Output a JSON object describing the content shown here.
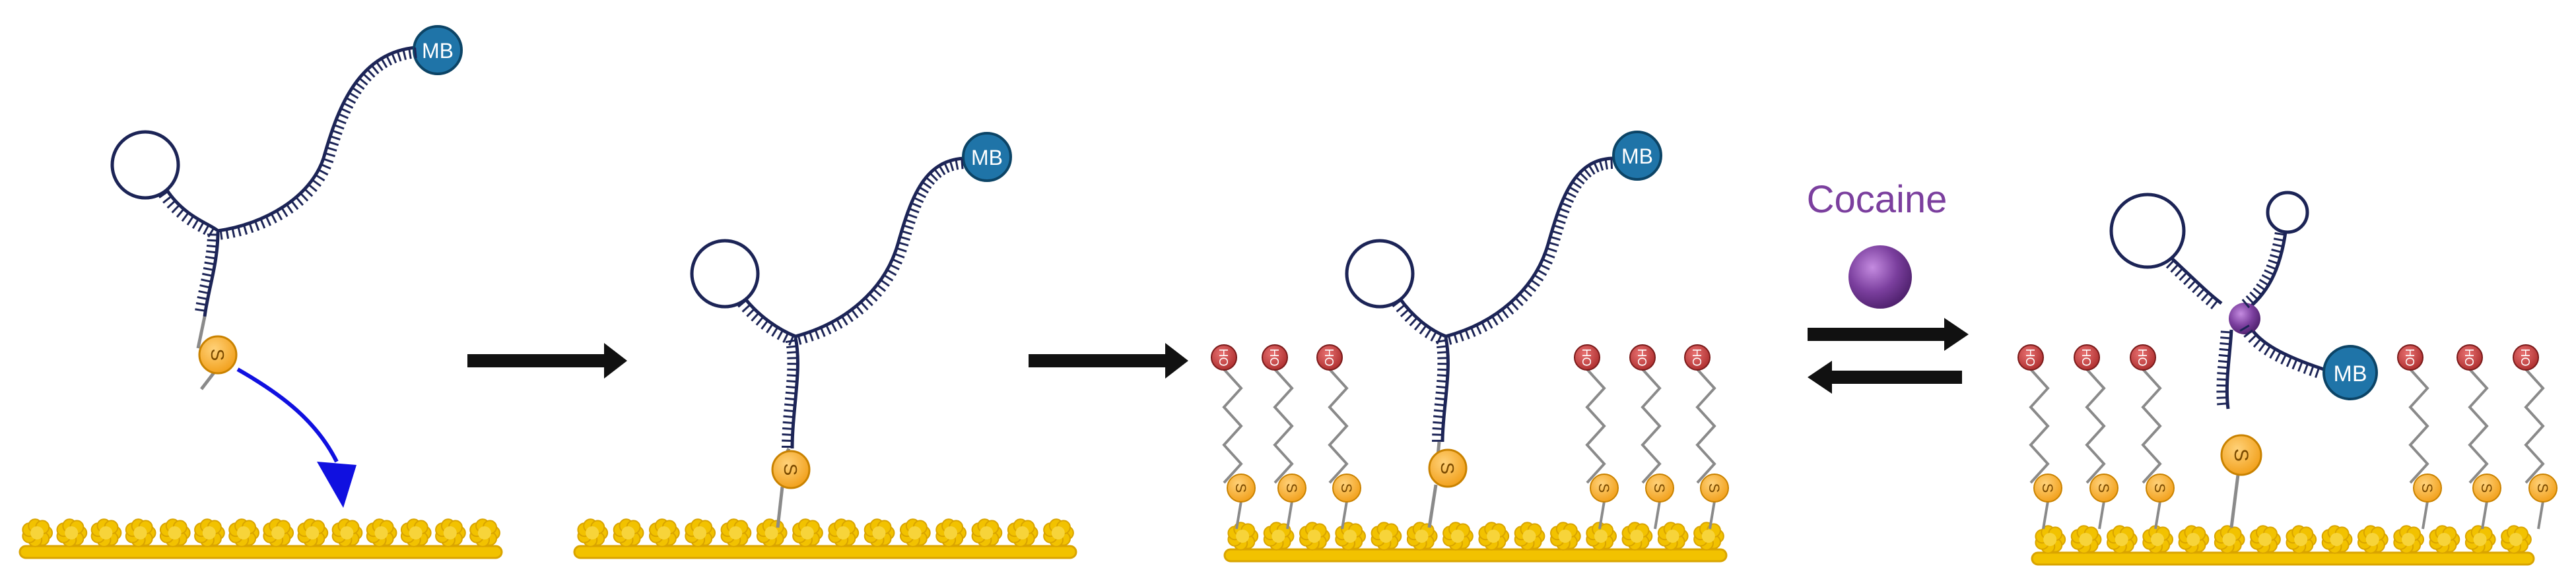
{
  "labels": {
    "mb": "MB",
    "thiol": "S",
    "hydroxyl": "HO",
    "target": "Cocaine"
  },
  "colors": {
    "gold": "#f2c200",
    "gold_dark": "#d9a400",
    "strand": "#1c2456",
    "mb": "#1f74a8",
    "thiol": "#f5a623",
    "hydroxyl": "#c23b3b",
    "linker": "#8a8a8a",
    "cocaine": "#7b3f9e",
    "arrow_blue": "#1010e0",
    "arrow_black": "#111111"
  },
  "steps": [
    {
      "name": "free-aptamer"
    },
    {
      "name": "immobilized-aptamer"
    },
    {
      "name": "mch-backfilled-surface"
    },
    {
      "name": "cocaine-bound-state"
    }
  ]
}
